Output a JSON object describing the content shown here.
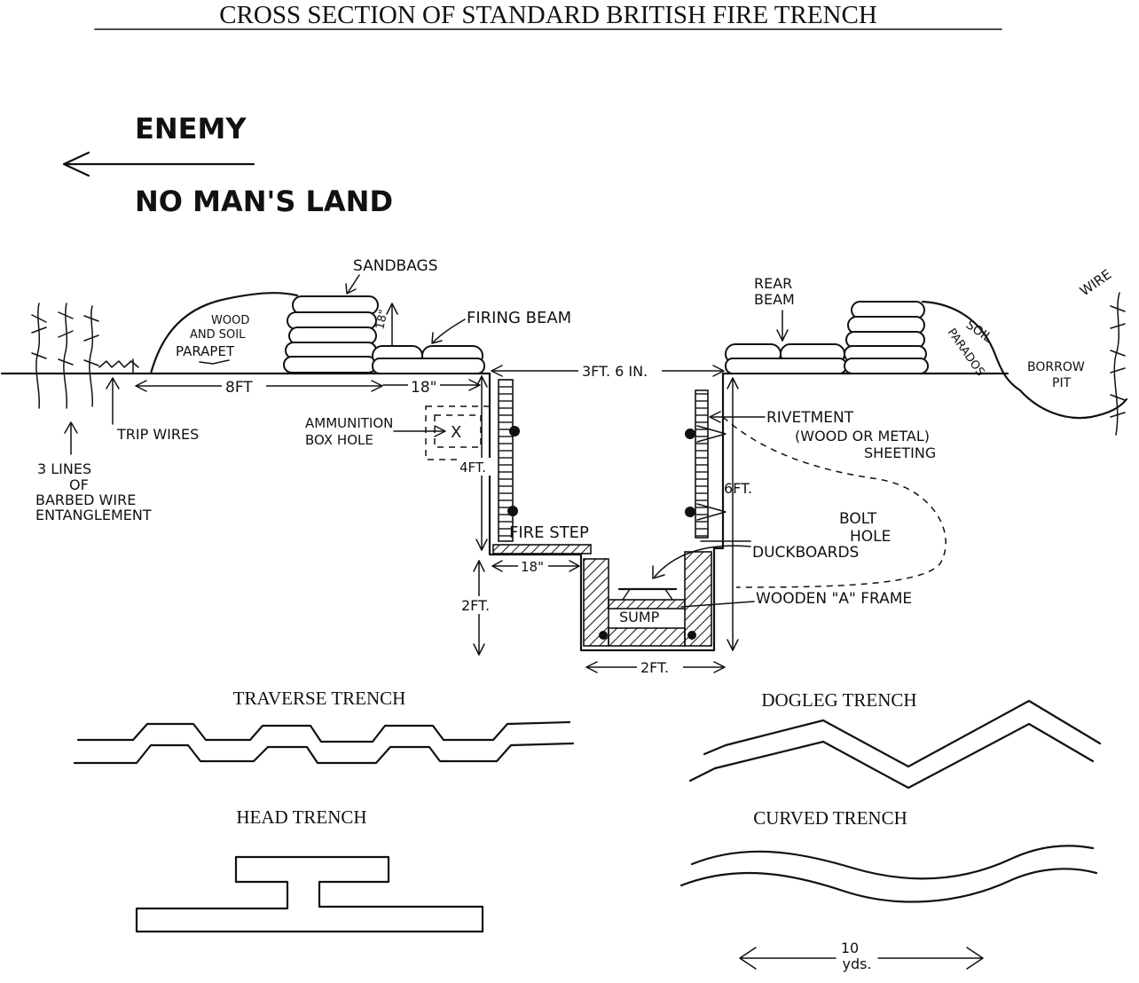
{
  "title": "CROSS SECTION OF STANDARD BRITISH FIRE TRENCH",
  "enemy": "ENEMY",
  "no_mans_land": "NO MAN'S LAND",
  "labels": {
    "sandbags": "SANDBAGS",
    "parapet_1": "WOOD",
    "parapet_2": "AND SOIL",
    "parapet_3": "PARAPET",
    "height_18": "18\"",
    "firing_beam": "FIRING BEAM",
    "rear_beam_1": "REAR",
    "rear_beam_2": "BEAM",
    "parados_1": "SOIL",
    "parados_2": "PARADOS",
    "borrow_pit_1": "BORROW",
    "borrow_pit_2": "PIT",
    "wire": "WIRE",
    "width_8ft": "8FT",
    "width_18": "18\"",
    "width_3ft6": "3FT. 6 IN.",
    "trip_wires": "TRIP WIRES",
    "barbed_1": "3 LINES",
    "barbed_2": "OF",
    "barbed_3": "BARBED WIRE",
    "barbed_4": "ENTANGLEMENT",
    "ammo_1": "AMMUNITION",
    "ammo_2": "BOX HOLE",
    "ammo_x": "X",
    "depth_4ft": "4FT.",
    "rivetment_1": "RIVETMENT",
    "rivetment_2": "(WOOD OR METAL)",
    "rivetment_3": "SHEETING",
    "depth_6ft": "6FT.",
    "fire_step": "FIRE STEP",
    "step_18": "18\"",
    "bolt_hole_1": "BOLT",
    "bolt_hole_2": "HOLE",
    "duckboards": "DUCKBOARDS",
    "depth_2ft": "2FT.",
    "sump": "SUMP",
    "a_frame": "WOODEN \"A\" FRAME",
    "width_2ft": "2FT."
  },
  "plans": {
    "traverse": "TRAVERSE TRENCH",
    "dogleg": "DOGLEG TRENCH",
    "head": "HEAD TRENCH",
    "curved": "CURVED TRENCH",
    "scale_1": "10",
    "scale_2": "yds."
  }
}
